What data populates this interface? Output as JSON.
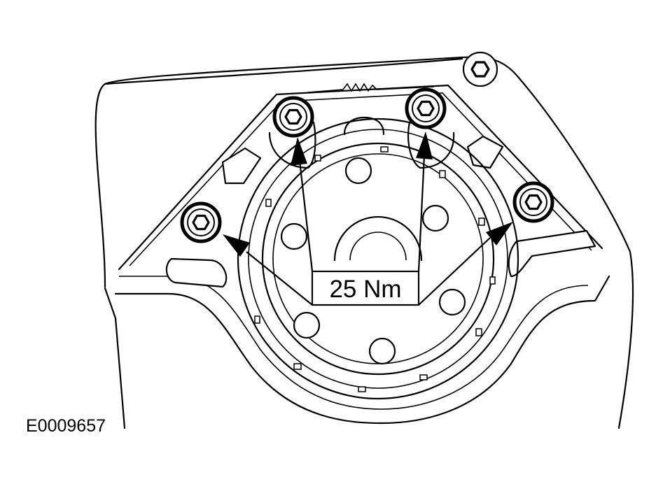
{
  "callout": {
    "torque": "25 Nm"
  },
  "figure_id": "E0009657",
  "bolts": [
    {
      "name": "bolt-top-left"
    },
    {
      "name": "bolt-top-right"
    },
    {
      "name": "bolt-left"
    },
    {
      "name": "bolt-right"
    }
  ]
}
